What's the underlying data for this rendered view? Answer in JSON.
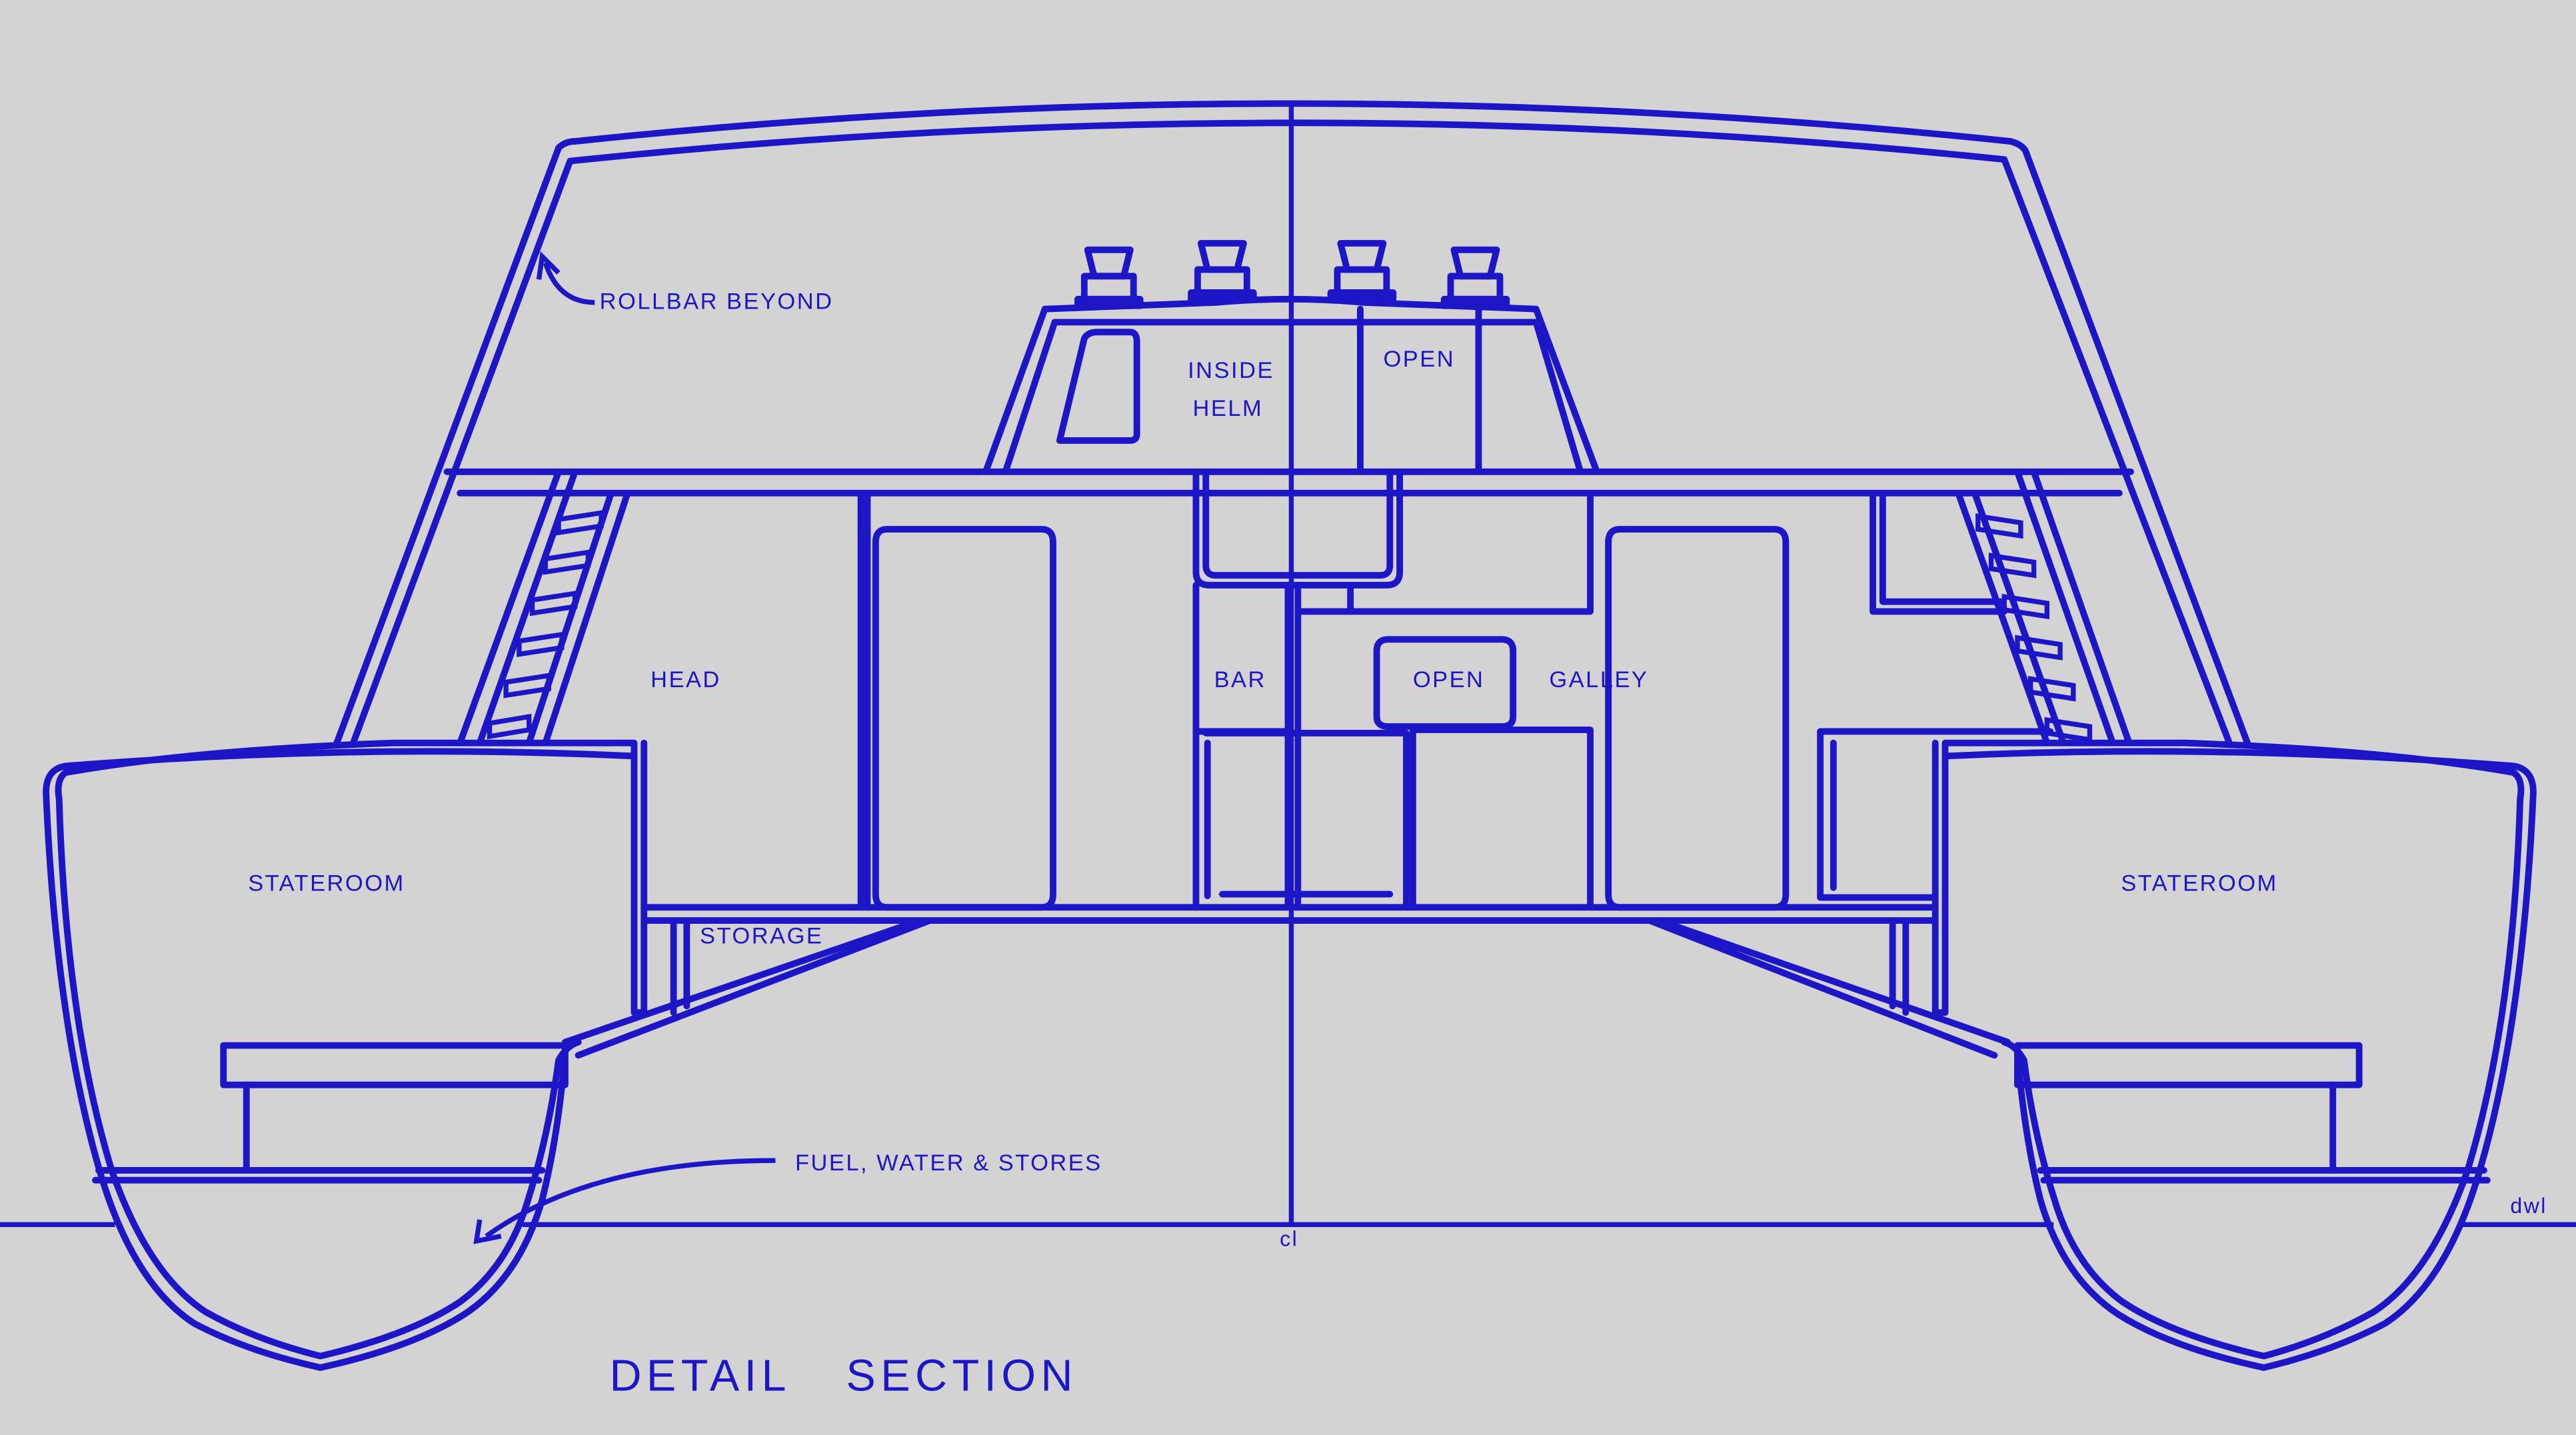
{
  "labels": {
    "rollbar": "ROLLBAR BEYOND",
    "inside_helm_line1": "INSIDE",
    "inside_helm_line2": "HELM",
    "open_upper": "OPEN",
    "head": "HEAD",
    "bar": "BAR",
    "open_lower": "OPEN",
    "galley": "GALLEY",
    "stateroom_left": "STATEROOM",
    "stateroom_right": "STATEROOM",
    "storage": "STORAGE",
    "fuel_water_stores": "FUEL, WATER & STORES",
    "centerline": "cl",
    "waterline": "dwl"
  },
  "title": {
    "word1": "DETAIL",
    "word2": "SECTION"
  },
  "colors": {
    "background": "#d3d3d3",
    "line": "#1c16c7"
  }
}
